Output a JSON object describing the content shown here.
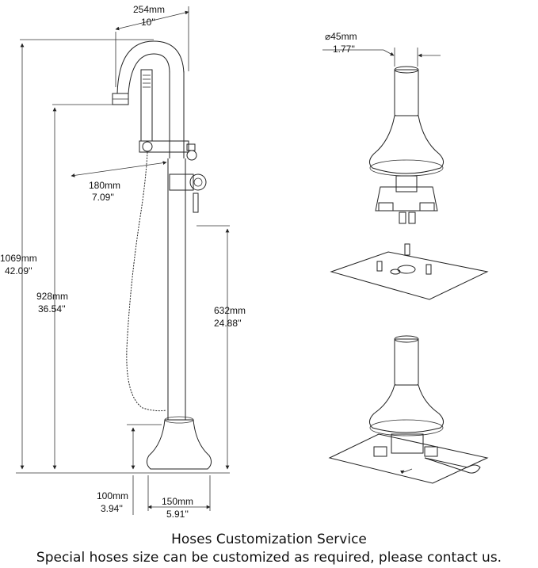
{
  "dimensions": {
    "spout_reach": {
      "mm": "254mm",
      "in": "10''"
    },
    "spout_outlet": {
      "mm": "⌀45mm",
      "in": "1.77''"
    },
    "handle_reach": {
      "mm": "180mm",
      "in": "7.09''"
    },
    "total_height": {
      "mm": "1069mm",
      "in": "42.09''"
    },
    "spout_height": {
      "mm": "928mm",
      "in": "36.54''"
    },
    "handle_height": {
      "mm": "632mm",
      "in": "24.88''"
    },
    "base_height": {
      "mm": "100mm",
      "in": "3.94''"
    },
    "base_width": {
      "mm": "150mm",
      "in": "5.91''"
    }
  },
  "caption": {
    "title": "Hoses Customization Service",
    "subtitle": "Special hoses size can be customized as required, please contact us."
  }
}
